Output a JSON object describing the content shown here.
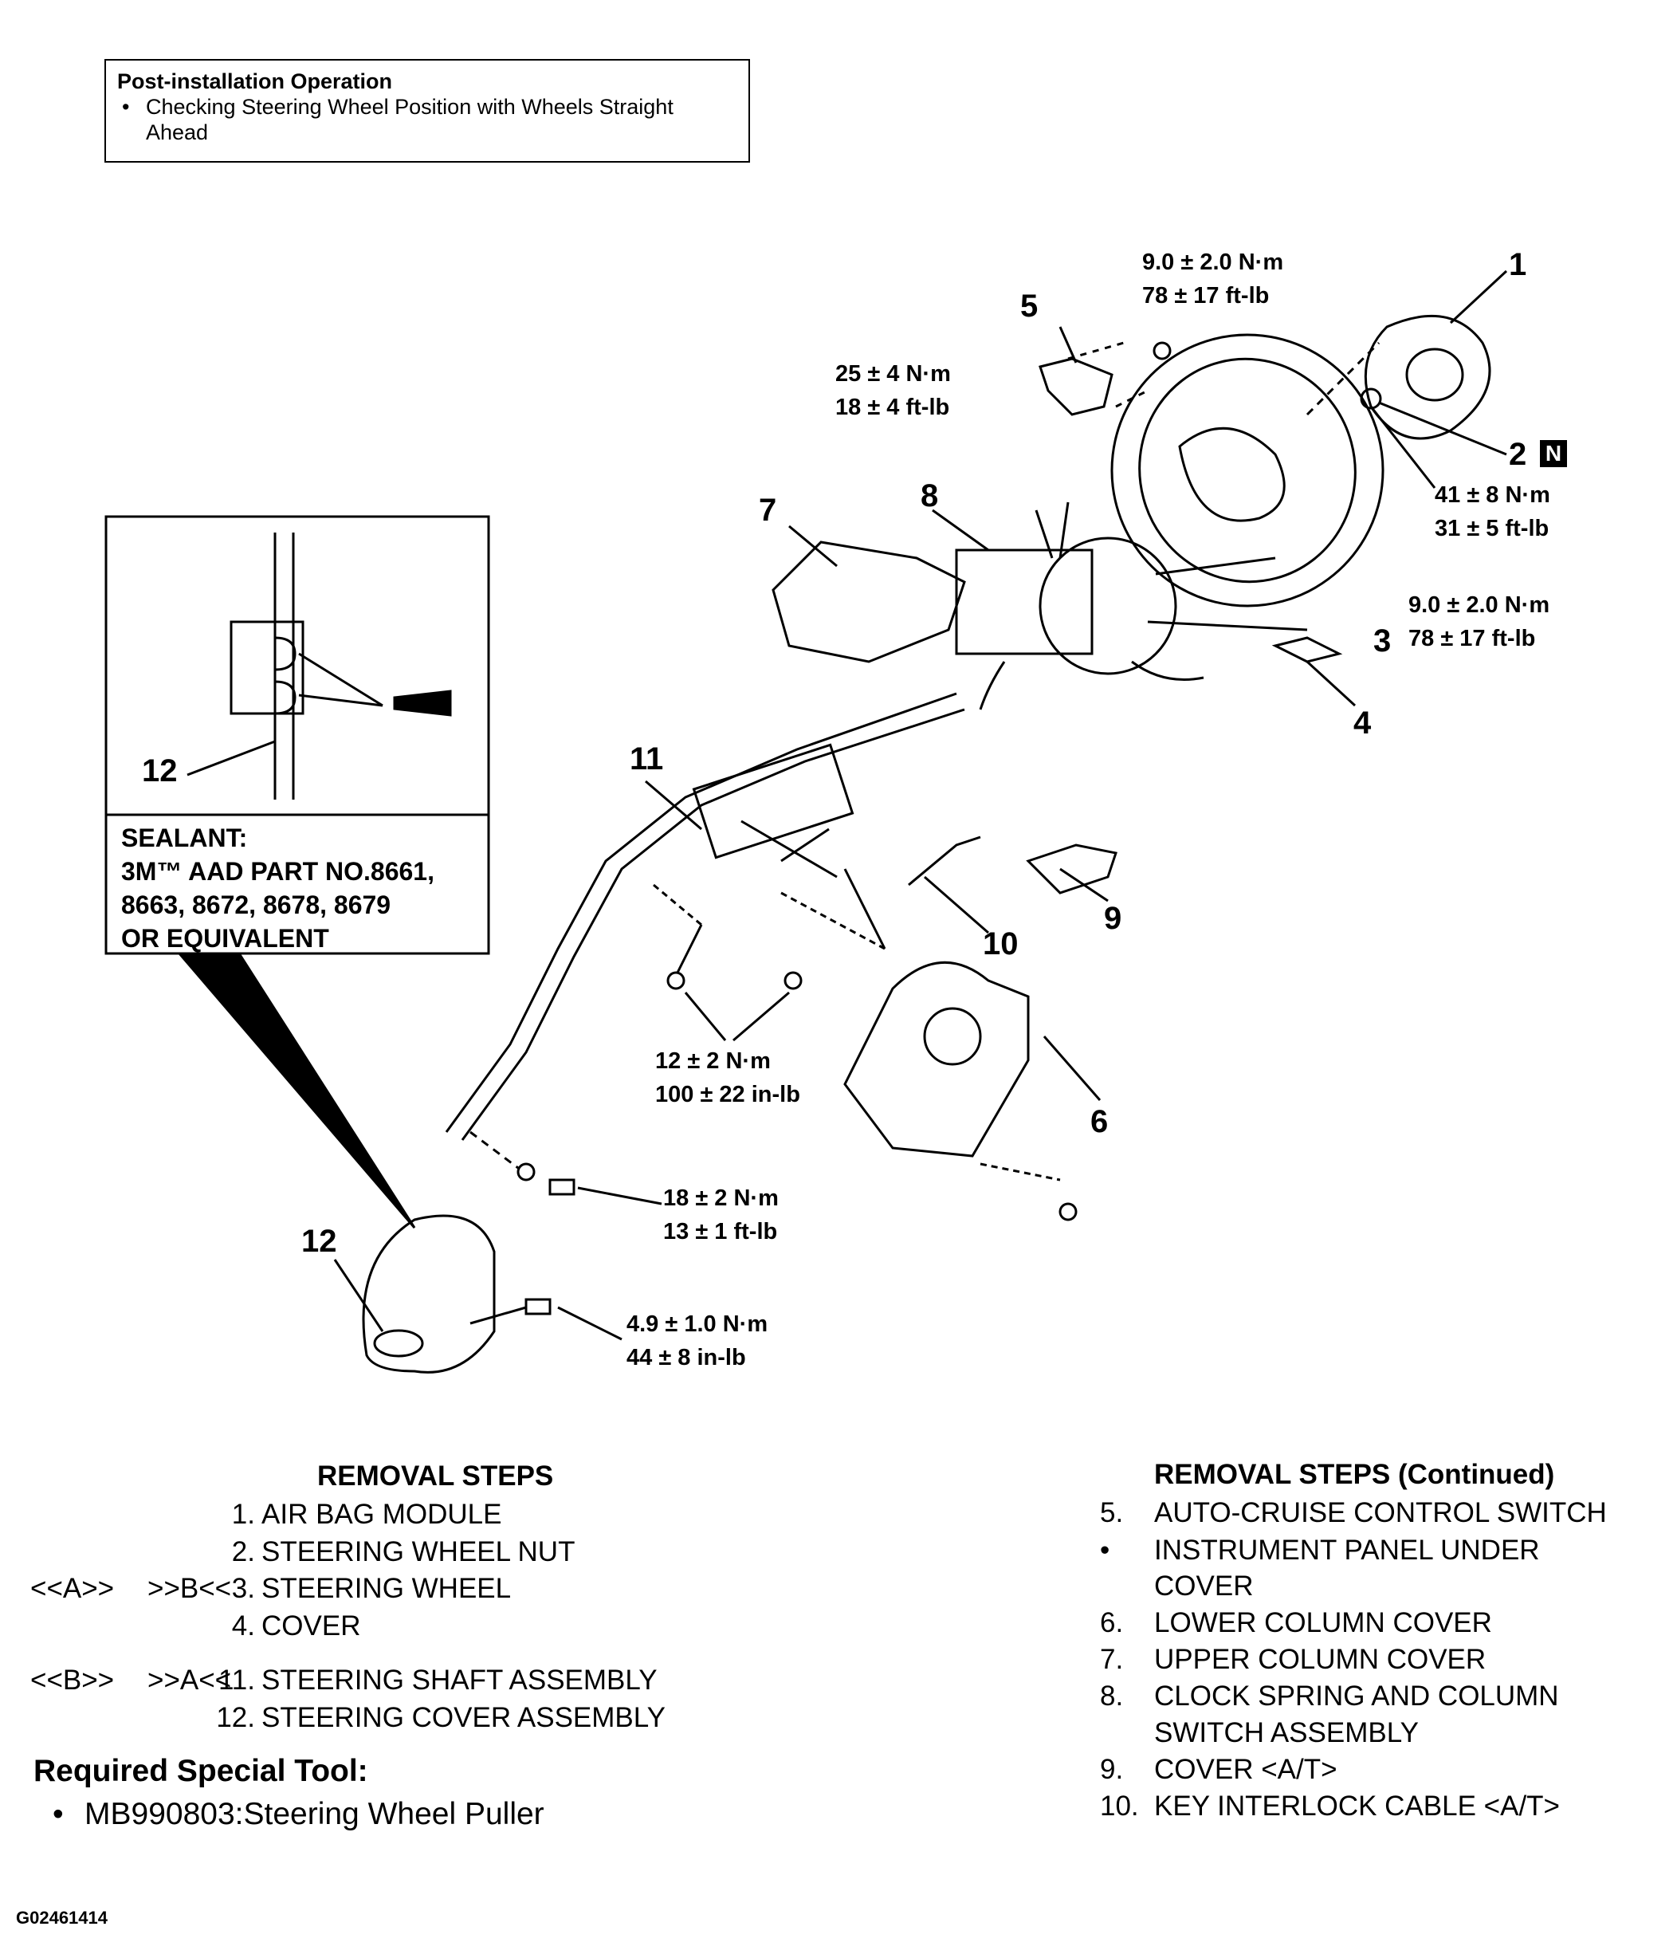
{
  "post_installation": {
    "title": "Post-installation Operation",
    "bullet": "•",
    "item_line1": "Checking Steering Wheel Position with Wheels Straight",
    "item_line2": "Ahead"
  },
  "sealant": {
    "line1": "SEALANT:",
    "line2": "3M™ AAD PART NO.8661,",
    "line3": "8663, 8672, 8678, 8679",
    "line4": "OR EQUIVALENT",
    "inset_label": "12"
  },
  "callouts": {
    "c1": "1",
    "c2": "2",
    "c2_badge": "N",
    "c3": "3",
    "c4": "4",
    "c5": "5",
    "c6": "6",
    "c7": "7",
    "c8": "8",
    "c9": "9",
    "c10": "10",
    "c11": "11",
    "c12": "12"
  },
  "torques": {
    "t_top_1": "9.0 ± 2.0 N·m",
    "t_top_2": "78 ± 17 ft-lb",
    "t_25_1": "25 ± 4 N·m",
    "t_25_2": "18 ± 4 ft-lb",
    "t_41_1": "41 ± 8 N·m",
    "t_41_2": "31 ± 5 ft-lb",
    "t_right_1": "9.0 ± 2.0 N·m",
    "t_right_2": "78 ± 17 ft-lb",
    "t_12_1": "12 ± 2 N·m",
    "t_12_2": "100 ± 22 in-lb",
    "t_18_1": "18 ± 2 N·m",
    "t_18_2": "13 ± 1 ft-lb",
    "t_49_1": "4.9 ± 1.0 N·m",
    "t_49_2": "44 ± 8 in-lb"
  },
  "removal_left": {
    "heading": "REMOVAL STEPS",
    "steps": [
      {
        "n": "1.",
        "text": "AIR BAG MODULE"
      },
      {
        "n": "2.",
        "text": "STEERING WHEEL NUT"
      },
      {
        "n": "3.",
        "text": "STEERING WHEEL",
        "ref1": "<<A>>",
        "ref2": ">>B<<"
      },
      {
        "n": "4.",
        "text": "COVER"
      },
      {
        "n": "11.",
        "text": "STEERING SHAFT ASSEMBLY",
        "ref1": "<<B>>",
        "ref2": ">>A<<"
      },
      {
        "n": "12.",
        "text": "STEERING COVER ASSEMBLY"
      }
    ]
  },
  "required_tool": {
    "heading": "Required Special Tool:",
    "bullet": "•",
    "item": "MB990803:Steering Wheel Puller"
  },
  "removal_right": {
    "heading": "REMOVAL STEPS (Continued)",
    "steps": [
      {
        "n": "5.",
        "text": "AUTO-CRUISE CONTROL SWITCH"
      },
      {
        "n": "•",
        "text": "INSTRUMENT PANEL UNDER"
      },
      {
        "n": "",
        "text": "COVER"
      },
      {
        "n": "6.",
        "text": "LOWER COLUMN COVER"
      },
      {
        "n": "7.",
        "text": "UPPER COLUMN COVER"
      },
      {
        "n": "8.",
        "text": "CLOCK SPRING AND COLUMN"
      },
      {
        "n": "",
        "text": "SWITCH ASSEMBLY"
      },
      {
        "n": "9.",
        "text": "COVER <A/T>"
      },
      {
        "n": "10.",
        "text": "KEY INTERLOCK CABLE <A/T>"
      }
    ]
  },
  "figure_code": "G02461414"
}
